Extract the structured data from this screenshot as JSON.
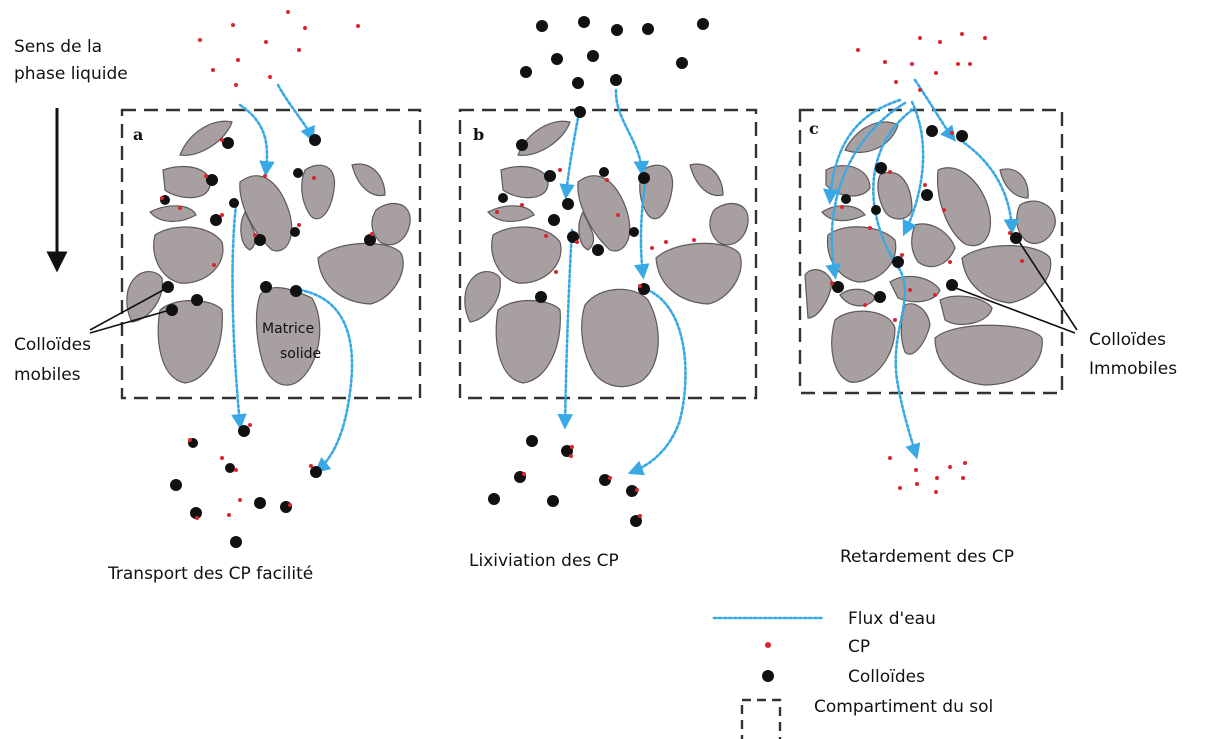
{
  "phase_direction_label": [
    "Sens de la",
    "phase liquide"
  ],
  "panels": [
    {
      "letter": "a",
      "caption": "Transport des CP facilité"
    },
    {
      "letter": "b",
      "caption": "Lixiviation des CP"
    },
    {
      "letter": "c",
      "caption": "Retardement des CP"
    }
  ],
  "labels": {
    "mobile_colloids": [
      "Colloïdes",
      "mobiles"
    ],
    "immobile_colloids": [
      "Colloïdes",
      "Immobiles"
    ],
    "solid_matrix": [
      "Matrice",
      "solide"
    ]
  },
  "legend": {
    "water_flow": "Flux d'eau",
    "cp": "CP",
    "colloids": "Colloïdes",
    "soil_compartment": "Compartiment du sol"
  },
  "colors": {
    "water_flow": "#39a9e6",
    "cp": "#d9252e",
    "colloid": "#111111",
    "grain_fill": "#a8a0a0"
  }
}
